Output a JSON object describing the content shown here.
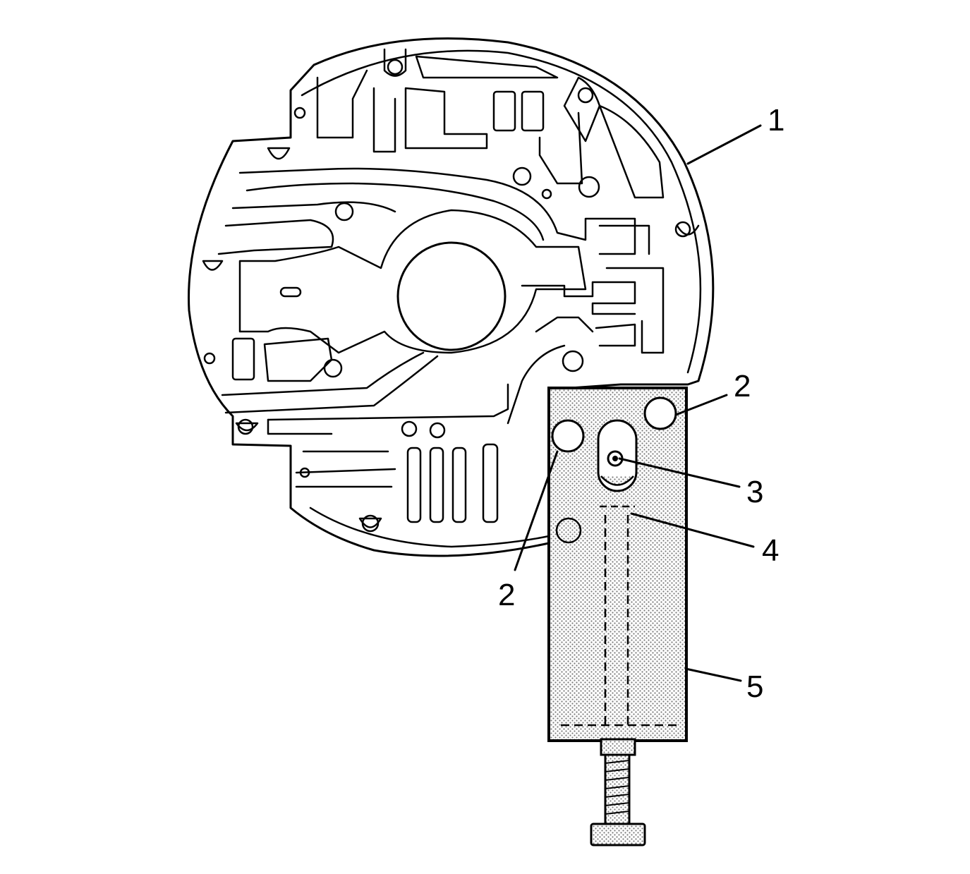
{
  "callouts": {
    "label_1": "1",
    "label_2_upper": "2",
    "label_2_lower": "2",
    "label_3": "3",
    "label_4": "4",
    "label_5": "5"
  },
  "colors": {
    "line": "#000000",
    "background": "#ffffff",
    "tool_shading": "#c8c8c8"
  }
}
